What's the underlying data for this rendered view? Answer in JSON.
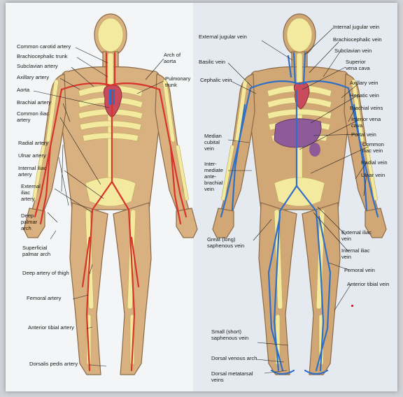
{
  "figure": {
    "colors": {
      "skin": "#d9b07f",
      "skin_edge": "#8a6a48",
      "bone": "#f3eaa0",
      "artery": "#d8342a",
      "vein": "#2f6fc7",
      "heart": "#c94a5a",
      "liver": "#8e5a9a"
    },
    "left_labels": [
      {
        "id": "common-carotid-artery",
        "text": "Common carotid artery"
      },
      {
        "id": "brachiocephalic-trunk",
        "text": "Brachiocephalic trunk"
      },
      {
        "id": "subclavian-artery",
        "text": "Subclavian artery"
      },
      {
        "id": "axillary-artery",
        "text": "Axillary artery"
      },
      {
        "id": "aorta",
        "text": "Aorta"
      },
      {
        "id": "brachial-artery",
        "text": "Brachial artery"
      },
      {
        "id": "common-iliac-artery",
        "text": "Common iliac\nartery"
      },
      {
        "id": "radial-artery",
        "text": "Radial artery"
      },
      {
        "id": "ulnar-artery",
        "text": "Ulnar artery"
      },
      {
        "id": "internal-iliac-artery",
        "text": "Internal iliac\nartery"
      },
      {
        "id": "external-iliac-artery",
        "text": "External\niliac\nartery"
      },
      {
        "id": "deep-palmar-arch",
        "text": "Deep\npalmar\narch"
      },
      {
        "id": "superficial-palmar-arch",
        "text": "Superficial\npalmar arch"
      },
      {
        "id": "deep-artery-of-thigh",
        "text": "Deep artery of thigh"
      },
      {
        "id": "femoral-artery",
        "text": "Femoral artery"
      },
      {
        "id": "anterior-tibial-artery",
        "text": "Anterior tibial artery"
      },
      {
        "id": "dorsalis-pedis-artery",
        "text": "Dorsalis pedis artery"
      },
      {
        "id": "arch-of-aorta",
        "text": "Arch of\naorta"
      },
      {
        "id": "pulmonary-trunk",
        "text": "Pulmonary\ntrunk"
      }
    ],
    "right_labels": [
      {
        "id": "external-jugular-vein",
        "text": "External jugular vein"
      },
      {
        "id": "basilic-vein",
        "text": "Basilic vein"
      },
      {
        "id": "cephalic-vein",
        "text": "Cephalic vein"
      },
      {
        "id": "median-cubital-vein",
        "text": "Median\ncubital\nvein"
      },
      {
        "id": "intermediate-antebrachial-vein",
        "text": "Inter-\nmediate\nante-\nbrachial\nvein"
      },
      {
        "id": "great-saphenous-vein",
        "text": "Great (long)\nsaphenous vein"
      },
      {
        "id": "small-saphenous-vein",
        "text": "Small (short)\nsaphenous vein"
      },
      {
        "id": "dorsal-venous-arch",
        "text": "Dorsal venous arch"
      },
      {
        "id": "dorsal-metatarsal-veins",
        "text": "Dorsal metatarsal\nveins"
      },
      {
        "id": "internal-jugular-vein",
        "text": "Internal jugular vein"
      },
      {
        "id": "brachiocephalic-vein",
        "text": "Brachiocephalic vein"
      },
      {
        "id": "subclavian-vein",
        "text": "Subclavian vein"
      },
      {
        "id": "superior-vena-cava",
        "text": "Superior\nvena cava"
      },
      {
        "id": "axillary-vein",
        "text": "Axillary vein"
      },
      {
        "id": "hepatic-vein",
        "text": "Hepatic vein"
      },
      {
        "id": "brachial-veins",
        "text": "Brachial veins"
      },
      {
        "id": "inferior-vena-cava",
        "text": "Inferior vena\ncava"
      },
      {
        "id": "portal-vein",
        "text": "Portal vein"
      },
      {
        "id": "common-iliac-vein",
        "text": "Common\niliac vein"
      },
      {
        "id": "radial-vein",
        "text": "Radial vein"
      },
      {
        "id": "ulnar-vein",
        "text": "Ulnar vein"
      },
      {
        "id": "external-iliac-vein",
        "text": "External iliac\nvein"
      },
      {
        "id": "internal-iliac-vein",
        "text": "Internal iliac\nvein"
      },
      {
        "id": "femoral-vein",
        "text": "Femoral vein"
      },
      {
        "id": "anterior-tibial-vein",
        "text": "Anterior tibial vein"
      }
    ]
  }
}
